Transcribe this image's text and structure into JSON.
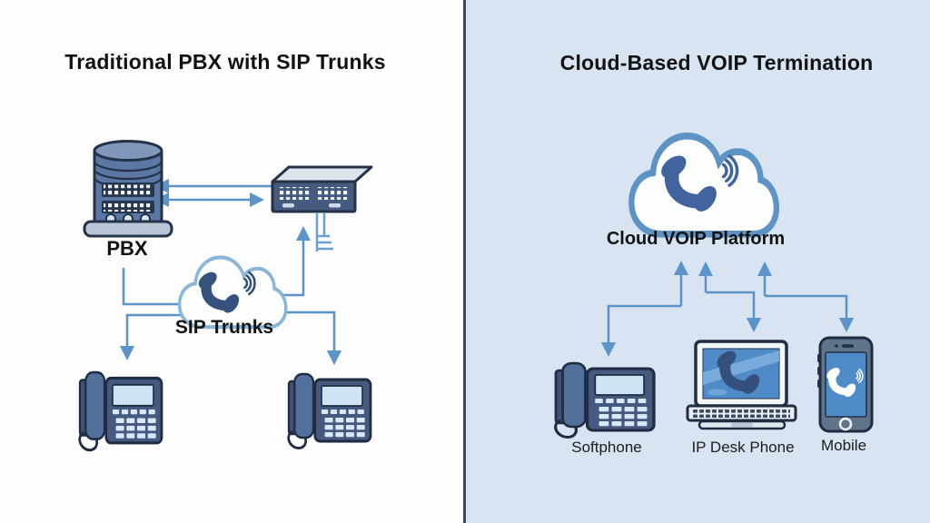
{
  "left_panel": {
    "title": "Traditional PBX with SIP Trunks",
    "pbx_label": "PBX",
    "cloud_label": "SIP Trunks"
  },
  "right_panel": {
    "title": "Cloud-Based VOIP Termination",
    "cloud_label": "Cloud VOIP Platform",
    "devices": [
      {
        "label": "Softphone"
      },
      {
        "label": "IP Desk Phone"
      },
      {
        "label": "Mobile"
      }
    ]
  },
  "icons": {
    "left": [
      "pbx-server-icon",
      "network-switch-icon",
      "cloud-icon",
      "phone-handset-icon",
      "signal-waves-icon",
      "desk-phone-icon",
      "desk-phone-icon"
    ],
    "right": [
      "cloud-icon",
      "phone-handset-icon",
      "signal-waves-icon",
      "desk-phone-icon",
      "laptop-icon",
      "smartphone-icon"
    ]
  },
  "colors": {
    "left_background": "#fdfdfd",
    "right_background": "#d8e4f1",
    "divider": "#3f4a58",
    "arrow": "#5b94c8",
    "cloud_outline_left": "#8ab6d9",
    "cloud_outline_right": "#5e93c5",
    "device_body": "#46597e",
    "device_outline": "#1f2c42",
    "display": "#cfe3f5",
    "screen_blue": "#4f8bc9",
    "handset_dark": "#35517e",
    "text": "#121212"
  }
}
